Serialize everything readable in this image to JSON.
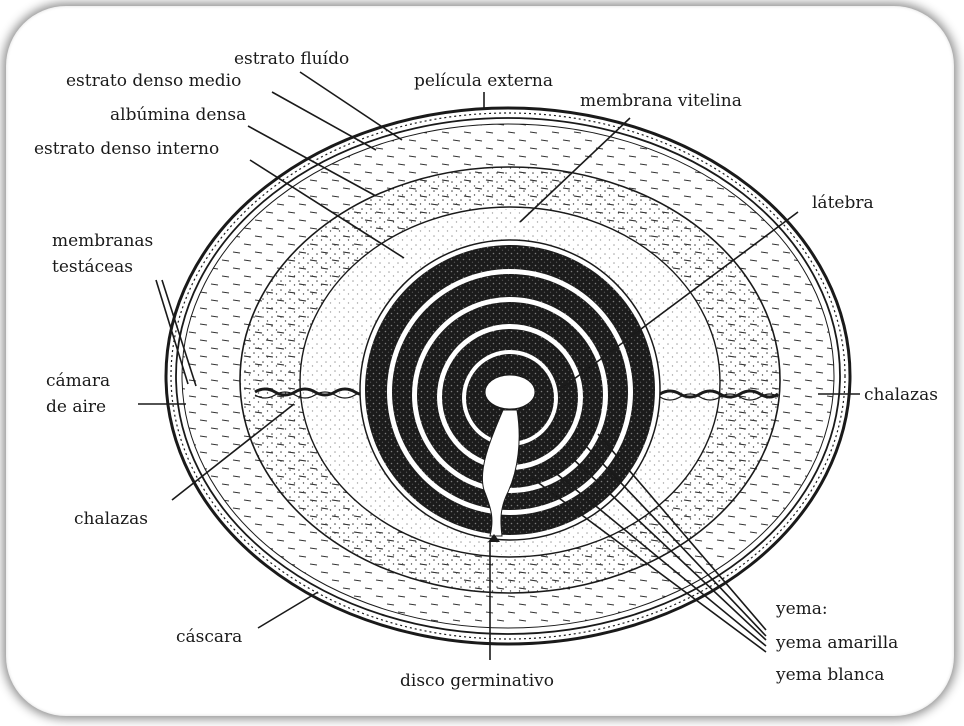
{
  "labels": {
    "estrato_fluido": "estrato fluído",
    "pelicula_externa": "película externa",
    "estrato_denso_medio": "estrato denso medio",
    "albumina_densa": "albúmina densa",
    "membrana_vitelina": "membrana vitelina",
    "estrato_denso_interno": "estrato denso interno",
    "latebra": "látebra",
    "membranas_line1": "membranas",
    "membranas_line2": "testáceas",
    "camara_line1": "cámara",
    "camara_line2": "de aire",
    "chalazas_right": "chalazas",
    "chalazas_left": "chalazas",
    "yema": "yema:",
    "cascara": "cáscara",
    "yema_amarilla": "yema amarilla",
    "yema_blanca": "yema blanca",
    "disco_germinativo": "disco germinativo"
  }
}
